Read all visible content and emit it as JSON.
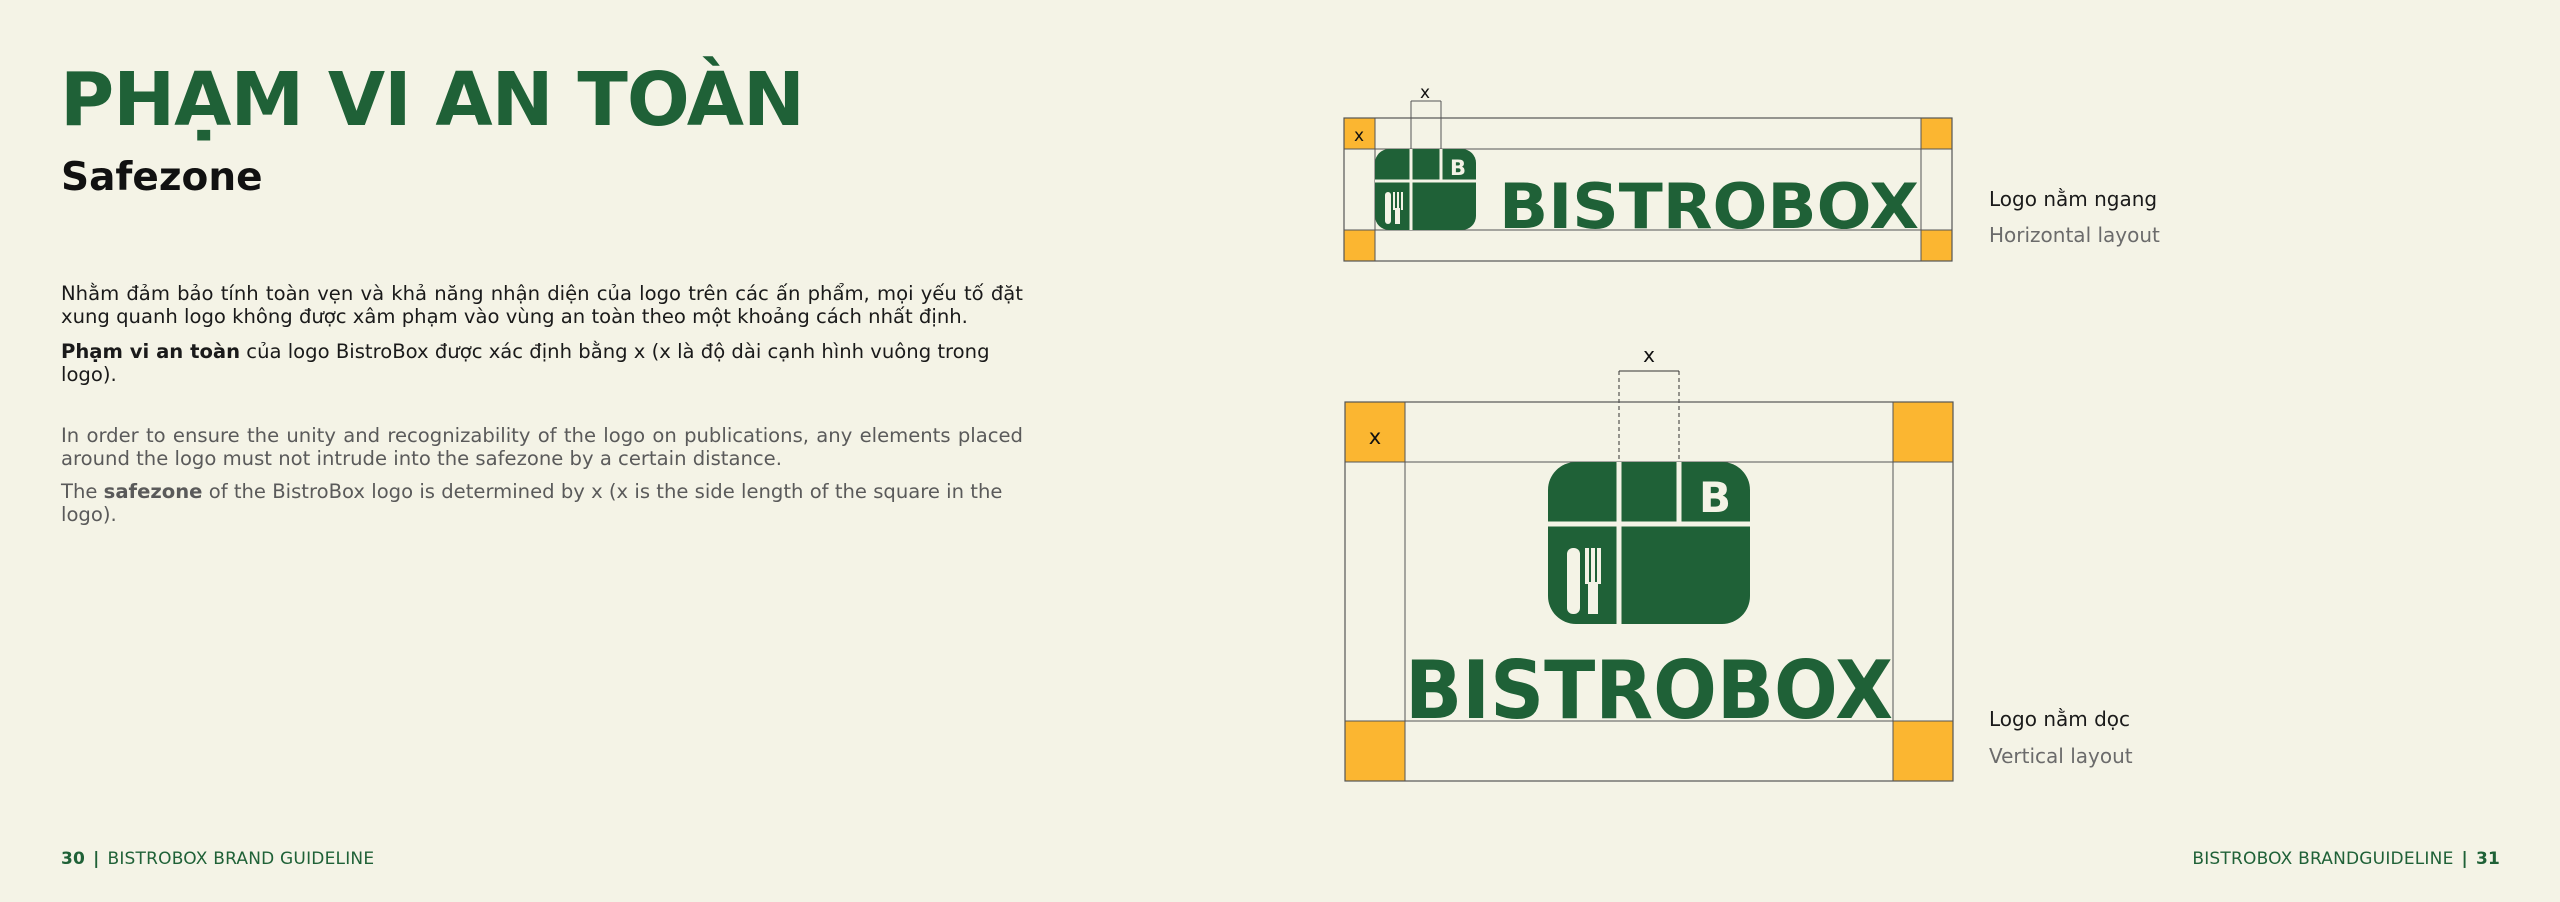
{
  "page": {
    "title": "PHẠM VI AN TOÀN",
    "subtitle": "Safezone"
  },
  "body": {
    "vi_paragraph": "Nhằm đảm bảo tính toàn vẹn và khả năng nhận diện của logo trên các ấn phẩm, mọi yếu tố đặt xung quanh logo không được xâm phạm vào vùng an toàn theo một khoảng cách nhất định.",
    "vi_rule_bold": "Phạm vi an toàn",
    "vi_rule_rest": " của logo BistroBox được xác định bằng x (x là độ dài cạnh hình vuông trong logo).",
    "en_paragraph": "In order to ensure the unity and recognizability of the logo on publications, any elements placed around the logo must not intrude into the safezone by a certain distance.",
    "en_rule_prefix": "The ",
    "en_rule_bold": "safezone",
    "en_rule_rest": " of the BistroBox logo is determined by x (x is the side length of the square in the logo)."
  },
  "diagrams": {
    "horizontal": {
      "marker_top": "x",
      "marker_corner": "x",
      "wordmark": "BISTROBOX",
      "caption_vi": "Logo nằm ngang",
      "caption_en": "Horizontal layout"
    },
    "vertical": {
      "marker_top": "x",
      "marker_corner": "x",
      "wordmark": "BISTROBOX",
      "caption_vi": "Logo nằm dọc",
      "caption_en": "Vertical layout"
    },
    "logo_letter": "B"
  },
  "footer": {
    "left_page": "30",
    "left_text": "BISTROBOX BRAND GUIDELINE",
    "right_text": "BISTROBOX BRANDGUIDELINE",
    "right_page": "31",
    "separator": "|"
  },
  "colors": {
    "brand_green": "#1f6137",
    "safezone_orange": "#fbb631",
    "background": "#f4f3e6"
  }
}
